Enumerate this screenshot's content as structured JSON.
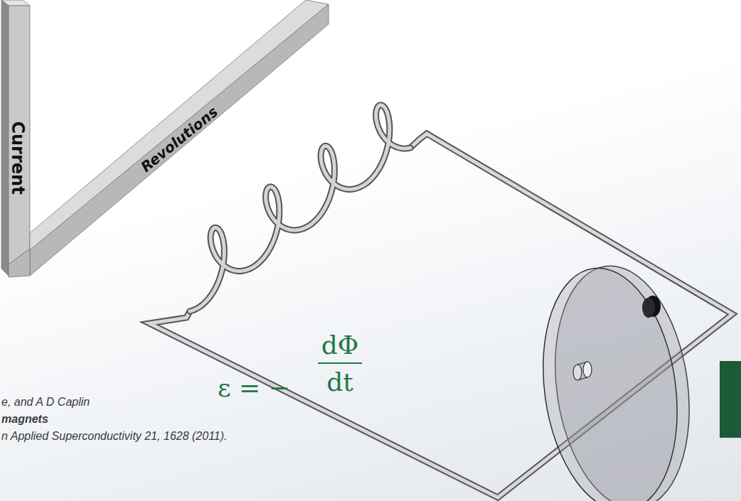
{
  "diagram": {
    "nodes": [
      {
        "text": [
          "Current",
          "Revolutions"
        ]
      }
    ],
    "labels": [
      "ε = −",
      "dΦ",
      "dt",
      "e, and A D Caplin",
      "magnets",
      "n Applied Superconductivity 21, 1628 (2011)."
    ]
  }
}
